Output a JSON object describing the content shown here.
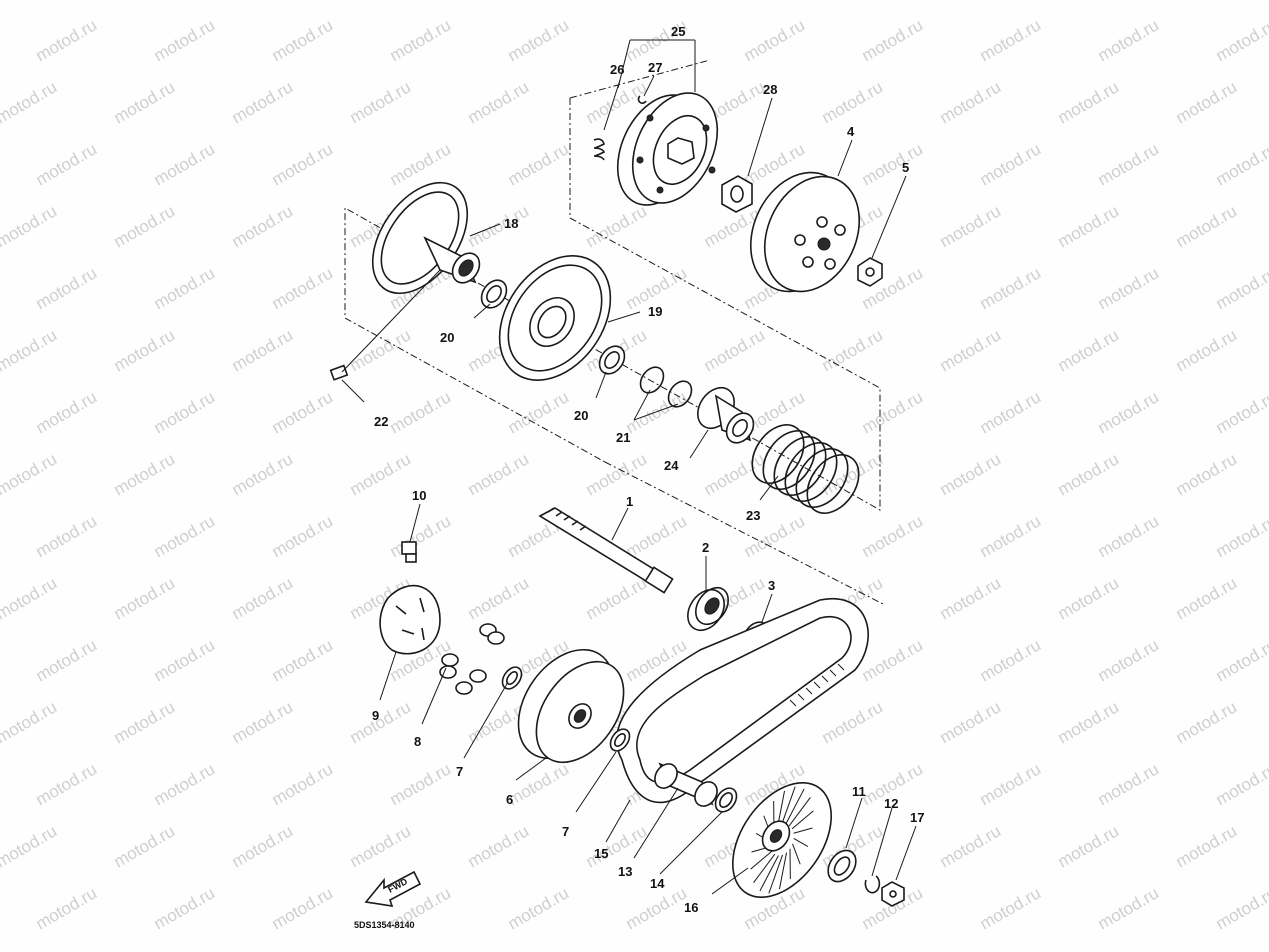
{
  "watermark": "motod.ru",
  "diagram_code": "5DS1354-8140",
  "fwd_label": "FWD",
  "callouts": {
    "n1": "1",
    "n2": "2",
    "n3": "3",
    "n4": "4",
    "n5": "5",
    "n6": "6",
    "n7a": "7",
    "n7b": "7",
    "n8": "8",
    "n9": "9",
    "n10": "10",
    "n11": "11",
    "n12": "12",
    "n13": "13",
    "n14": "14",
    "n15": "15",
    "n16": "16",
    "n17": "17",
    "n18": "18",
    "n19": "19",
    "n20a": "20",
    "n20b": "20",
    "n21": "21",
    "n22": "22",
    "n23": "23",
    "n24": "24",
    "n25": "25",
    "n26": "26",
    "n27": "27",
    "n28": "28"
  }
}
